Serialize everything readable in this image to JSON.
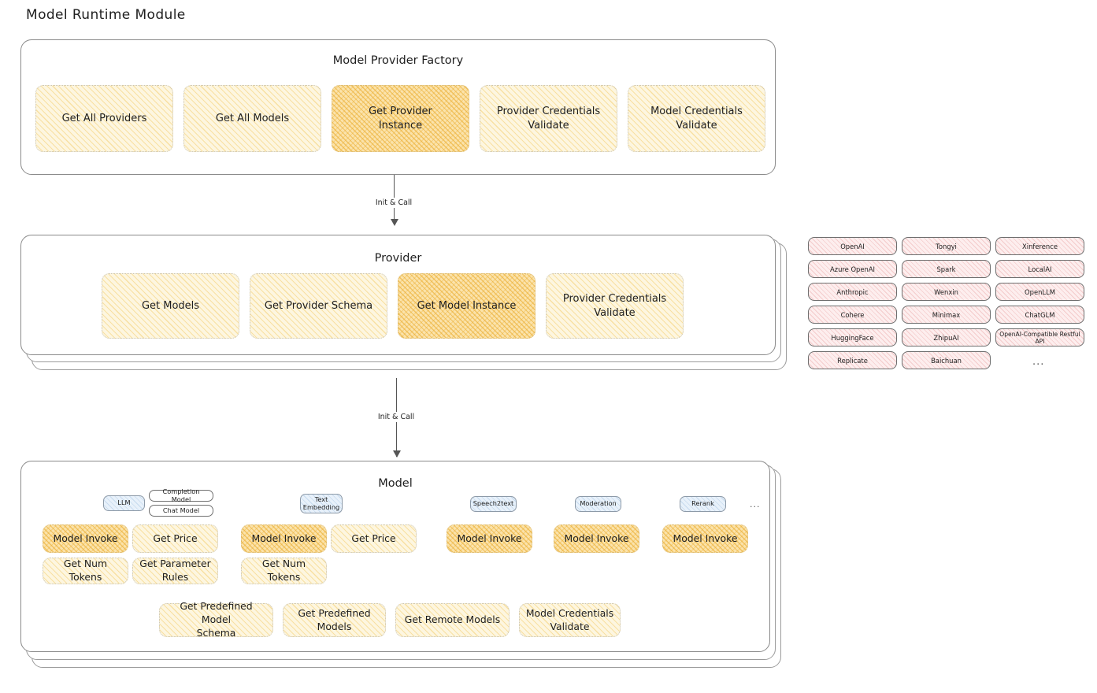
{
  "page": {
    "title": "Model Runtime Module",
    "accent_highlight": "#fbe3ab",
    "accent_node": "#fdf6e0",
    "accent_badge": "#e8f1fa",
    "accent_chip": "#fdeeee"
  },
  "factory": {
    "title": "Model Provider Factory",
    "nodes": [
      {
        "label": "Get All Providers",
        "highlighted": false
      },
      {
        "label": "Get All Models",
        "highlighted": false
      },
      {
        "label": "Get Provider\nInstance",
        "highlighted": true
      },
      {
        "label": "Provider Credentials\nValidate",
        "highlighted": false
      },
      {
        "label": "Model Credentials\nValidate",
        "highlighted": false
      }
    ]
  },
  "arrows": [
    {
      "label": "Init & Call"
    },
    {
      "label": "Init & Call"
    }
  ],
  "provider": {
    "title": "Provider",
    "nodes": [
      {
        "label": "Get Models",
        "highlighted": false
      },
      {
        "label": "Get Provider Schema",
        "highlighted": false
      },
      {
        "label": "Get Model Instance",
        "highlighted": true
      },
      {
        "label": "Provider Credentials\nValidate",
        "highlighted": false
      }
    ]
  },
  "provider_list": {
    "ellipsis": "...",
    "columns": [
      [
        "OpenAI",
        "Azure OpenAI",
        "Anthropic",
        "Cohere",
        "HuggingFace",
        "Replicate"
      ],
      [
        "Tongyi",
        "Spark",
        "Wenxin",
        "Minimax",
        "ZhipuAI",
        "Baichuan"
      ],
      [
        "Xinference",
        "LocalAI",
        "OpenLLM",
        "ChatGLM",
        "OpenAI-Compatible Restful API"
      ]
    ]
  },
  "model": {
    "title": "Model",
    "ellipsis": "...",
    "types": [
      {
        "badge": "LLM",
        "sub_badges": [
          "Completion Model",
          "Chat Model"
        ],
        "nodes": [
          {
            "label": "Model Invoke",
            "highlighted": true
          },
          {
            "label": "Get Price",
            "highlighted": false
          },
          {
            "label": "Get Num Tokens",
            "highlighted": false
          },
          {
            "label": "Get Parameter\nRules",
            "highlighted": false
          }
        ]
      },
      {
        "badge": "Text\nEmbedding",
        "sub_badges": [],
        "nodes": [
          {
            "label": "Model Invoke",
            "highlighted": true
          },
          {
            "label": "Get Price",
            "highlighted": false
          },
          {
            "label": "Get Num Tokens",
            "highlighted": false
          }
        ]
      },
      {
        "badge": "Speech2text",
        "sub_badges": [],
        "nodes": [
          {
            "label": "Model Invoke",
            "highlighted": true
          }
        ]
      },
      {
        "badge": "Moderation",
        "sub_badges": [],
        "nodes": [
          {
            "label": "Model Invoke",
            "highlighted": true
          }
        ]
      },
      {
        "badge": "Rerank",
        "sub_badges": [],
        "nodes": [
          {
            "label": "Model Invoke",
            "highlighted": true
          }
        ]
      }
    ],
    "common_nodes": [
      {
        "label": "Get Predefined Model\nSchema",
        "highlighted": false
      },
      {
        "label": "Get Predefined\nModels",
        "highlighted": false
      },
      {
        "label": "Get Remote Models",
        "highlighted": false
      },
      {
        "label": "Model Credentials\nValidate",
        "highlighted": false
      }
    ]
  }
}
